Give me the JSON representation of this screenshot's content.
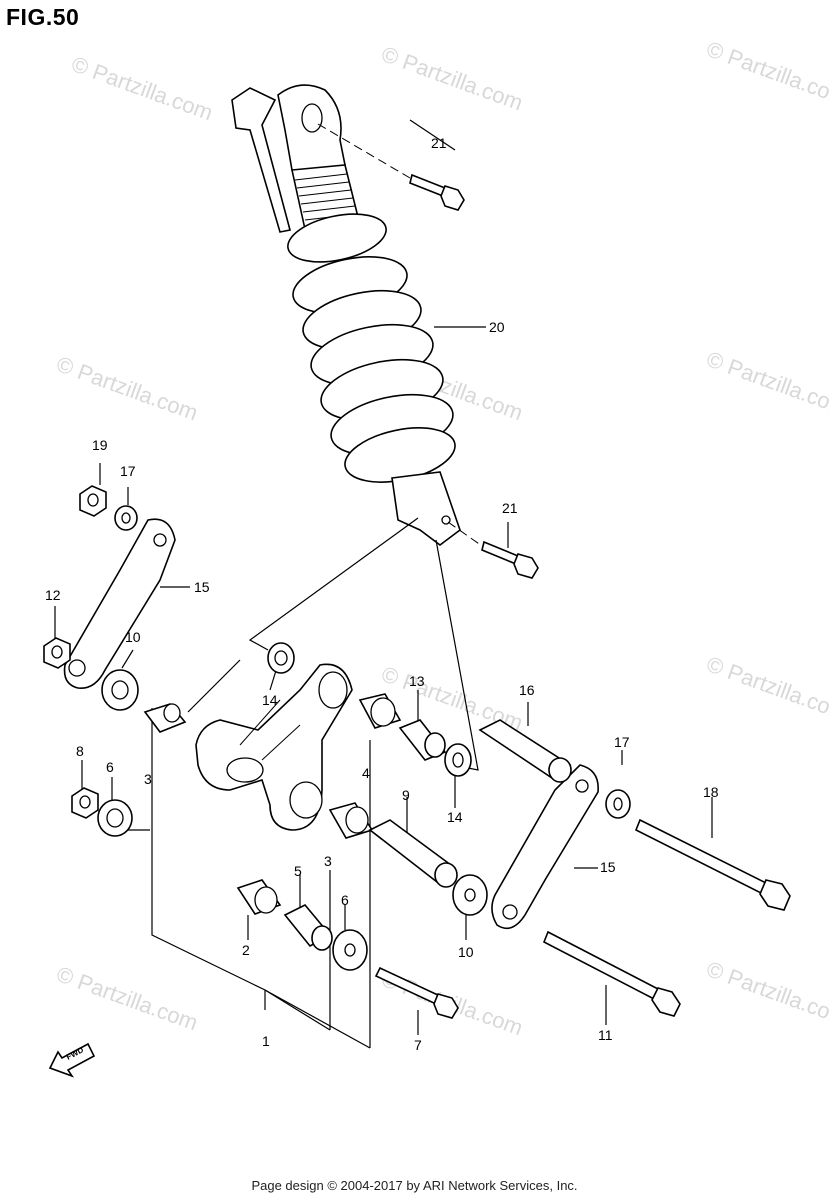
{
  "figure": {
    "title": "FIG.50",
    "footer": "Page design © 2004-2017 by ARI Network Services, Inc.",
    "watermark": "© Partzilla.com",
    "fwd_label": "FWD"
  },
  "callouts": {
    "c1": "1",
    "c2": "2",
    "c3a": "3",
    "c3b": "3",
    "c4": "4",
    "c5": "5",
    "c6a": "6",
    "c6b": "6",
    "c7": "7",
    "c8": "8",
    "c9": "9",
    "c10a": "10",
    "c10b": "10",
    "c11": "11",
    "c12": "12",
    "c13": "13",
    "c14a": "14",
    "c14b": "14",
    "c15a": "15",
    "c15b": "15",
    "c16": "16",
    "c17a": "17",
    "c17b": "17",
    "c18": "18",
    "c19": "19",
    "c20": "20",
    "c21a": "21",
    "c21b": "21"
  }
}
